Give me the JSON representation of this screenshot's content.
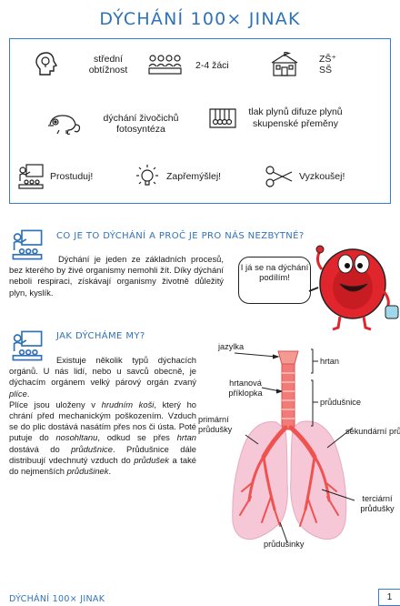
{
  "title": "DÝCHÁNÍ 100× JINAK",
  "infobox": {
    "difficulty": "střední obtížnost",
    "group": "2-4 žáci",
    "school": "ZŠ⁺ SŠ",
    "topic1": "dýchání živočichů fotosyntéza",
    "topic2": "tlak plynů difuze plynů skupenské přeměny",
    "action1": "Prostuduj!",
    "action2": "Zapřemýšlej!",
    "action3": "Vyzkoušej!"
  },
  "section1": {
    "heading": "CO JE TO DÝCHÁNÍ A PROČ JE PRO NÁS NEZBYTNÉ?",
    "paragraph": "Dýchání je jeden ze základních procesů, bez kterého by živé organismy nemohli žít. Díky dýchání neboli respiraci, získávají organismy životně důležitý plyn, kyslík.",
    "bubble": "I já se na dýchání podílím!"
  },
  "section2": {
    "heading": "JAK DÝCHÁME MY?",
    "p1": "Existuje několik typů dýchacích orgánů. U nás lidí, nebo u savců obecně, je dýchacím orgánem velký párový orgán zvaný ",
    "p1_em": "plíce",
    "p2a": "Plíce jsou uloženy v ",
    "p2_em1": "hrudním koši",
    "p2b": ", který ho chrání před mechanickým poškozením. Vzduch se do plic dostává nasátím přes nos či ústa. Poté putuje do ",
    "p2_em2": "nosohltanu",
    "p2c": ", odkud se přes ",
    "p2_em3": "hrtan",
    "p2d": " dostává do ",
    "p2_em4": "průdušnice",
    "p2e": ". Průdušnice dále distribuují vdechnutý vzduch do ",
    "p2_em5": "průdušek",
    "p2f": " a také do nejmenších ",
    "p2_em6": "průdušinek"
  },
  "diagram": {
    "labels": {
      "jazylka": "jazylka",
      "hrtan": "hrtan",
      "hrtanova": "hrtanová příklopka",
      "prudusnice": "průdušnice",
      "primarni": "primární průdušky",
      "sekundarni": "sekundární průdušky",
      "terciarni": "terciární průdušky",
      "prudusinky": "průdušinky"
    }
  },
  "footer": {
    "text": "DÝCHÁNÍ 100× JINAK",
    "page": "1"
  }
}
